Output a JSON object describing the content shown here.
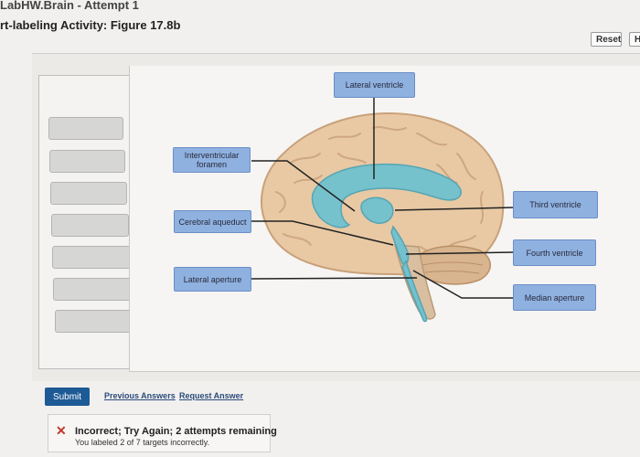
{
  "header": {
    "assignment_title": "LabHW.Brain - Attempt 1",
    "activity_title": "rt-labeling Activity: Figure 17.8b",
    "reset_label": "Reset",
    "help_label": "He"
  },
  "label_bank": {
    "empty_slots": 7
  },
  "diagram": {
    "labels": {
      "lateral_ventricle": "Lateral ventricle",
      "interventricular_foramen": "Interventricular foramen",
      "cerebral_aqueduct": "Cerebral aqueduct",
      "lateral_aperture": "Lateral aperture",
      "third_ventricle": "Third ventricle",
      "fourth_ventricle": "Fourth ventricle",
      "median_aperture": "Median aperture"
    }
  },
  "actions": {
    "submit_label": "Submit",
    "previous_answers_label": "Previous Answers",
    "request_answer_label": "Request Answer"
  },
  "feedback": {
    "status": "Incorrect; Try Again; 2 attempts remaining",
    "detail": "You labeled 2 of 7 targets incorrectly."
  }
}
